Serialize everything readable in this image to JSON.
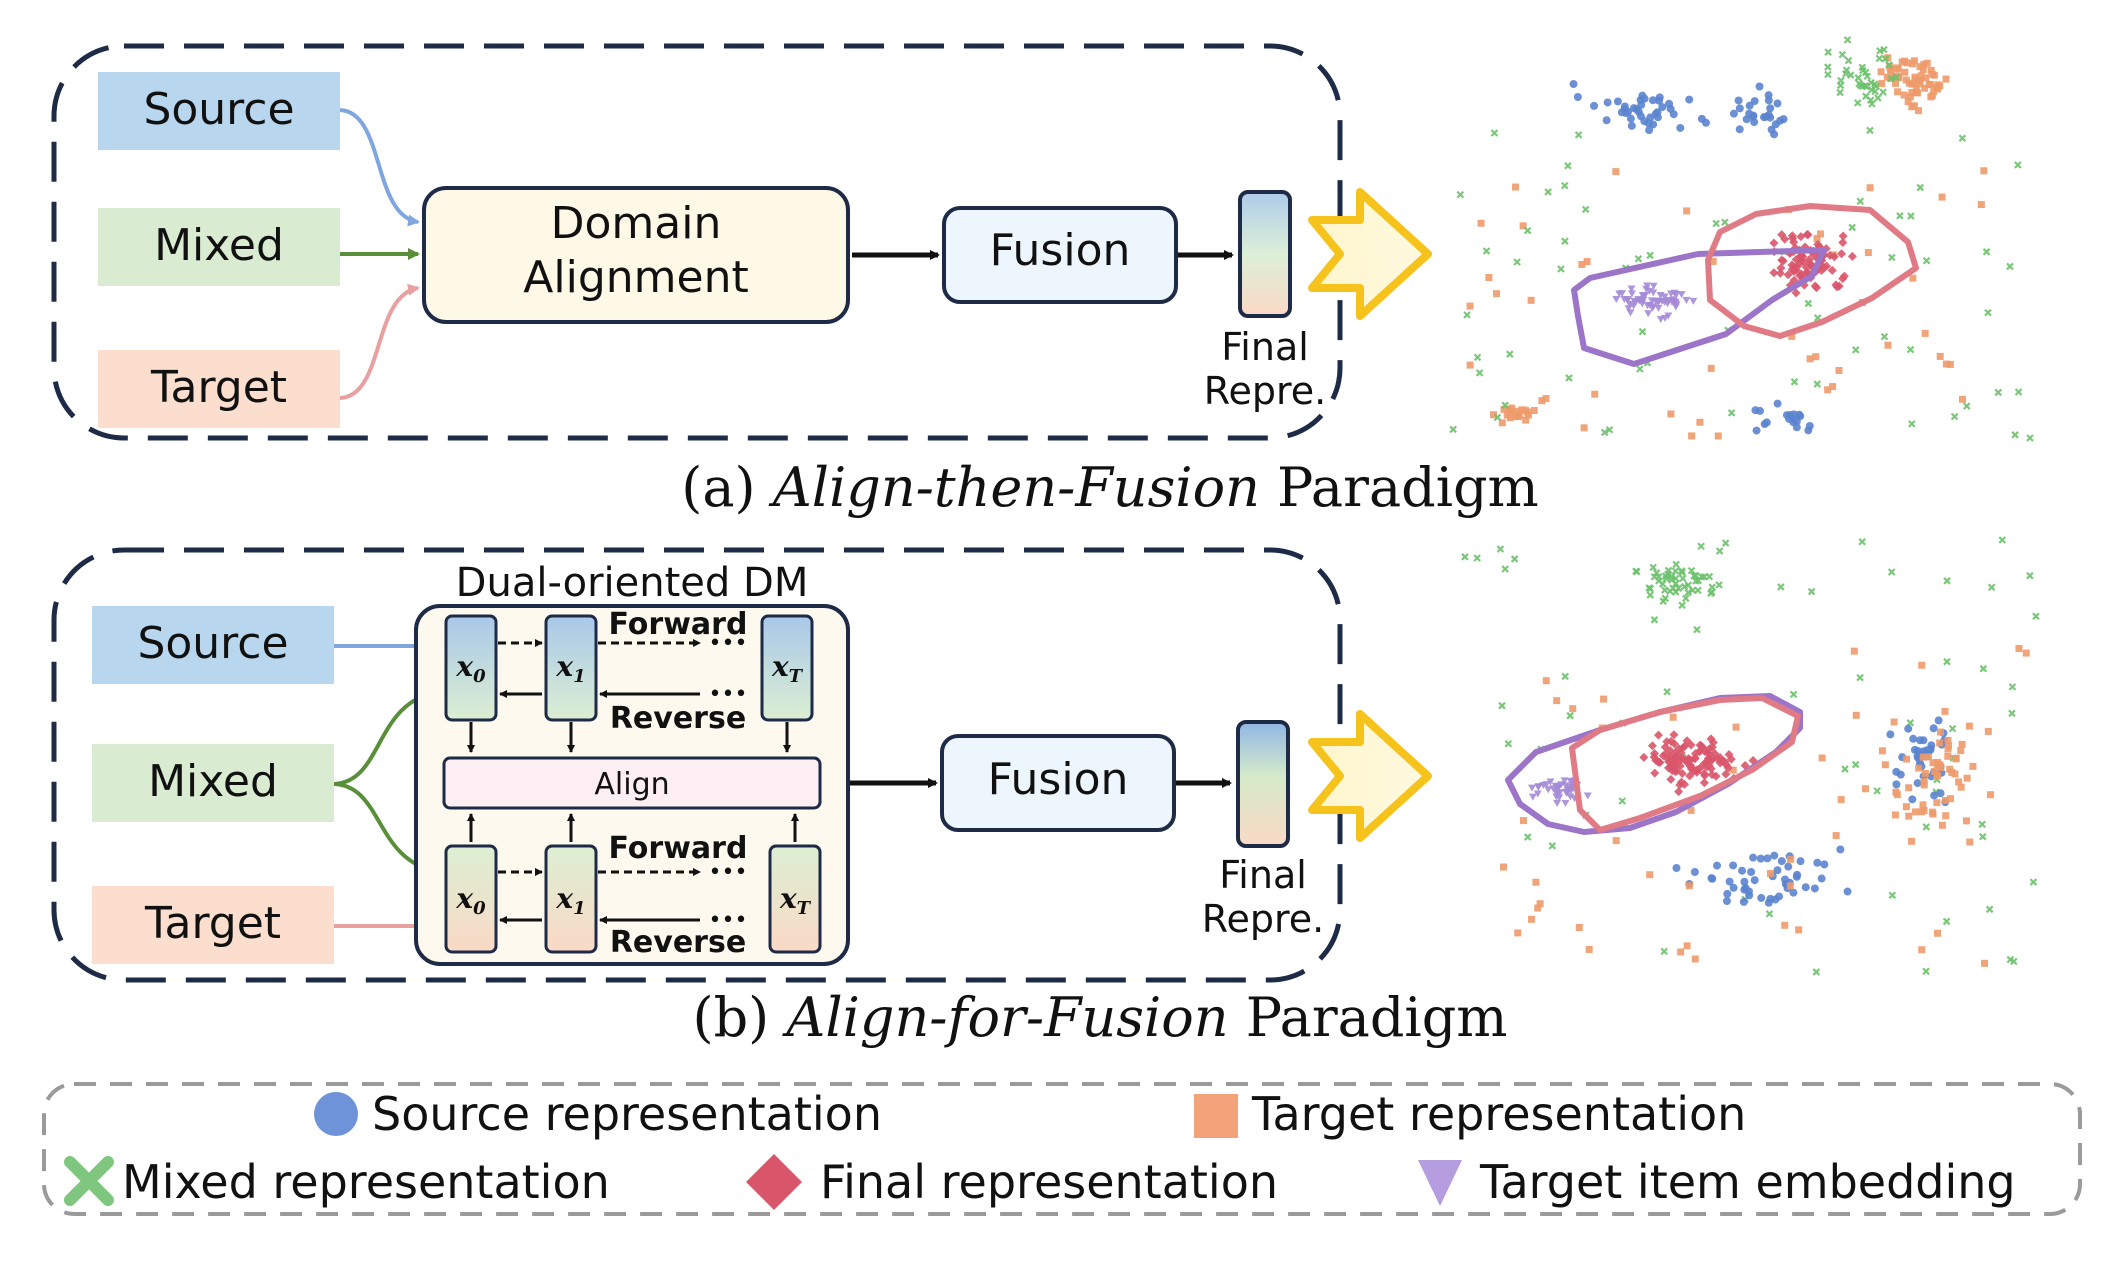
{
  "colors": {
    "source": "#b8d7ef",
    "mixed": "#d9ecd2",
    "target": "#fbdecd",
    "frame": "#1e2b47",
    "arrow_yellow": "#ffd34a",
    "pt_source": "#5b84cf",
    "pt_target": "#ee9a6a",
    "pt_mixed": "#6cc26c",
    "pt_final": "#d9556a",
    "pt_item": "#a58bd6"
  },
  "panel_a": {
    "source": "Source",
    "mixed": "Mixed",
    "target": "Target",
    "domain_alignment_line1": "Domain",
    "domain_alignment_line2": "Alignment",
    "fusion": "Fusion",
    "final_line1": "Final",
    "final_line2": "Repre.",
    "caption_prefix": "(a) ",
    "caption_italic": "Align-then-Fusion",
    "caption_suffix": " Paradigm"
  },
  "panel_b": {
    "source": "Source",
    "mixed": "Mixed",
    "target": "Target",
    "dm_title": "Dual-oriented DM",
    "forward": "Forward",
    "reverse": "Reverse",
    "align": "Align",
    "x0": "x",
    "x0_sub": "0",
    "x1": "x",
    "x1_sub": "1",
    "xT": "x",
    "xT_sub": "T",
    "dots": "•••",
    "fusion": "Fusion",
    "final_line1": "Final",
    "final_line2": "Repre.",
    "caption_prefix": "(b) ",
    "caption_italic": "Align-for-Fusion",
    "caption_suffix": " Paradigm"
  },
  "legend": {
    "source": "Source representation",
    "target": "Target representation",
    "mixed": "Mixed representation",
    "final": "Final representation",
    "item": "Target item embedding"
  }
}
